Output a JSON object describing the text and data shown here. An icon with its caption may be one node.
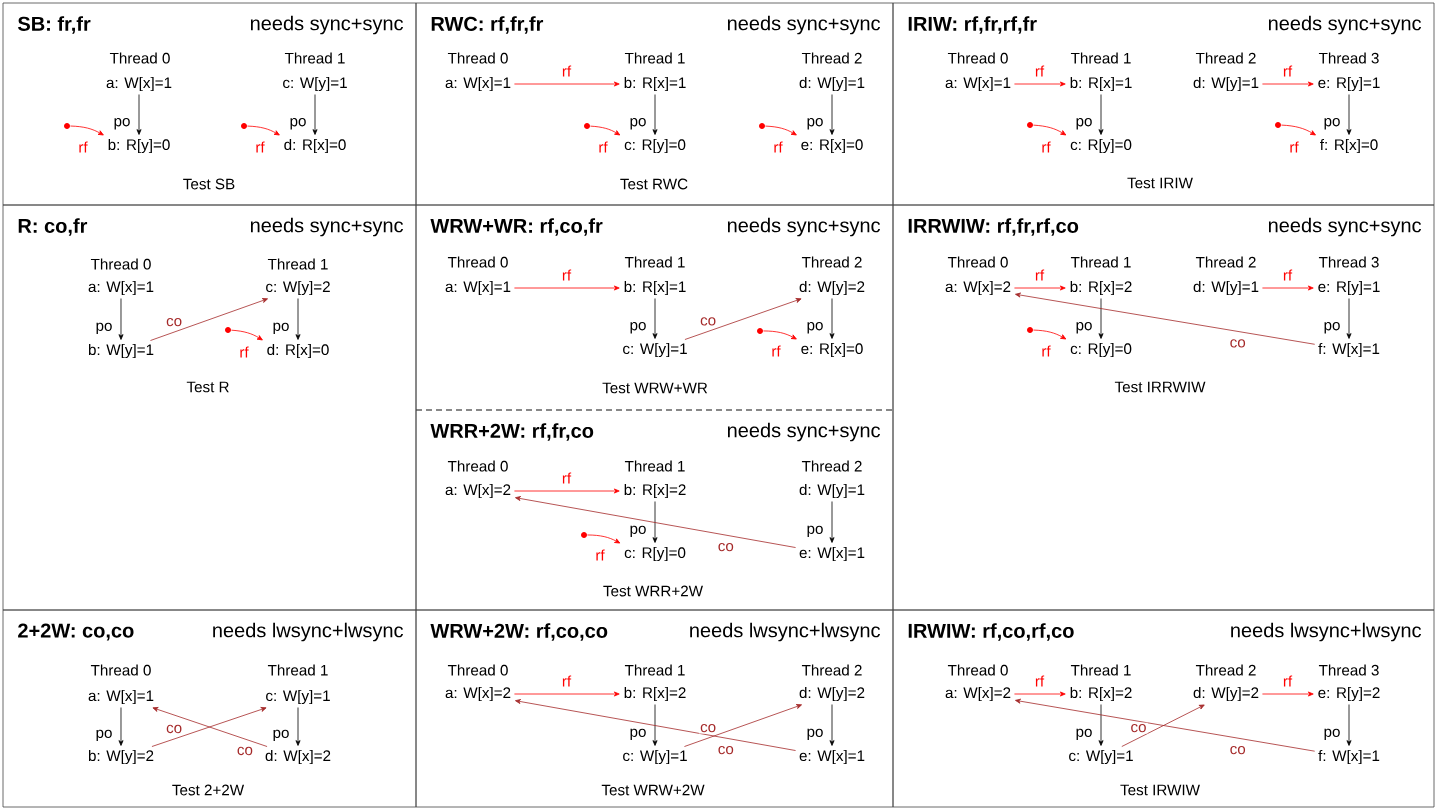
{
  "diagram": {
    "nodes": [
      {
        "text": [
          "SB: fr,fr",
          "needs sync+sync",
          "Thread 0",
          "Thread 1",
          "Test SB"
        ]
      },
      {
        "text": [
          "a: W[x]=1"
        ],
        "in": 0
      },
      {
        "text": [],
        "shape": "circle",
        "in": 0
      },
      {
        "text": [
          "b: R[y]=0"
        ],
        "in": 0
      },
      {
        "text": [
          "c: W[y]=1"
        ],
        "in": 0
      },
      {
        "text": [],
        "shape": "circle",
        "in": 0
      },
      {
        "text": [
          "d: R[x]=0"
        ],
        "in": 0
      },
      {
        "text": [
          "RWC: rf,fr,fr",
          "needs sync+sync",
          "Thread 0",
          "Thread 1",
          "Thread 2",
          "Test RWC"
        ]
      },
      {
        "text": [
          "a: W[x]=1"
        ],
        "in": 7
      },
      {
        "text": [
          "b: R[x]=1"
        ],
        "in": 7
      },
      {
        "text": [],
        "shape": "circle",
        "in": 7
      },
      {
        "text": [
          "c: R[y]=0"
        ],
        "in": 7
      },
      {
        "text": [
          "d: W[y]=1"
        ],
        "in": 7
      },
      {
        "text": [],
        "shape": "circle",
        "in": 7
      },
      {
        "text": [
          "e: R[x]=0"
        ],
        "in": 7
      },
      {
        "text": [
          "IRIW: rf,fr,rf,fr",
          "needs sync+sync",
          "Thread 0",
          "Thread 1",
          "Thread 2",
          "Thread 3",
          "Test IRIW"
        ]
      },
      {
        "text": [
          "a: W[x]=1"
        ],
        "in": 15
      },
      {
        "text": [
          "b: R[x]=1"
        ],
        "in": 15
      },
      {
        "text": [],
        "shape": "circle",
        "in": 15
      },
      {
        "text": [
          "c: R[y]=0"
        ],
        "in": 15
      },
      {
        "text": [
          "d: W[y]=1"
        ],
        "in": 15
      },
      {
        "text": [
          "e: R[y]=1"
        ],
        "in": 15
      },
      {
        "text": [],
        "shape": "circle",
        "in": 15
      },
      {
        "text": [
          "f: R[x]=0"
        ],
        "in": 15
      },
      {
        "text": [
          "R: co,fr",
          "needs sync+sync",
          "Thread 0",
          "Thread 1",
          "Test R"
        ]
      },
      {
        "text": [
          "a: W[x]=1"
        ],
        "in": 24
      },
      {
        "text": [
          "b: W[y]=1"
        ],
        "in": 24
      },
      {
        "text": [
          "c: W[y]=2"
        ],
        "in": 24
      },
      {
        "text": [],
        "shape": "circle",
        "in": 24
      },
      {
        "text": [
          "d: R[x]=0"
        ],
        "in": 24
      },
      {
        "text": [
          "WRW+WR: rf,co,fr",
          "needs sync+sync",
          "Thread 0",
          "Thread 1",
          "Thread 2",
          "Test WRW+WR"
        ]
      },
      {
        "text": [
          "a: W[x]=1"
        ],
        "in": 30
      },
      {
        "text": [
          "b: R[x]=1"
        ],
        "in": 30
      },
      {
        "text": [
          "c: W[y]=1"
        ],
        "in": 30
      },
      {
        "text": [
          "d: W[y]=2"
        ],
        "in": 30
      },
      {
        "text": [],
        "shape": "circle",
        "in": 30
      },
      {
        "text": [
          "e: R[x]=0"
        ],
        "in": 30
      },
      {
        "text": [
          "IRRWIW: rf,fr,rf,co",
          "needs sync+sync",
          "Thread 0",
          "Thread 1",
          "Thread 2",
          "Thread 3",
          "Test IRRWIW"
        ]
      },
      {
        "text": [
          "a: W[x]=2"
        ],
        "in": 37
      },
      {
        "text": [
          "b: R[x]=2"
        ],
        "in": 37
      },
      {
        "text": [],
        "shape": "circle",
        "in": 37
      },
      {
        "text": [
          "c: R[y]=0"
        ],
        "in": 37
      },
      {
        "text": [
          "d: W[y]=1"
        ],
        "in": 37
      },
      {
        "text": [
          "e: R[y]=1"
        ],
        "in": 37
      },
      {
        "text": [
          "f: W[x]=1"
        ],
        "in": 37
      },
      {
        "text": [
          "WRR+2W: rf,fr,co",
          "needs sync+sync",
          "Thread 0",
          "Thread 1",
          "Thread 2",
          "Test WRR+2W"
        ]
      },
      {
        "text": [
          "a: W[x]=2"
        ],
        "in": 45
      },
      {
        "text": [
          "b: R[x]=2"
        ],
        "in": 45
      },
      {
        "text": [],
        "shape": "circle",
        "in": 45
      },
      {
        "text": [
          "c: R[y]=0"
        ],
        "in": 45
      },
      {
        "text": [
          "d: W[y]=1"
        ],
        "in": 45
      },
      {
        "text": [
          "e: W[x]=1"
        ],
        "in": 45
      },
      {
        "text": [
          "2+2W: co,co",
          "needs lwsync+lwsync",
          "Thread 0",
          "Thread 1",
          "Test 2+2W"
        ]
      },
      {
        "text": [
          "a: W[x]=1"
        ],
        "in": 52
      },
      {
        "text": [
          "b: W[y]=2"
        ],
        "in": 52
      },
      {
        "text": [
          "c: W[y]=1"
        ],
        "in": 52
      },
      {
        "text": [
          "d: W[x]=2"
        ],
        "in": 52
      },
      {
        "text": [
          "WRW+2W: rf,co,co",
          "needs lwsync+lwsync",
          "Thread 0",
          "Thread 1",
          "Thread 2",
          "Test WRW+2W"
        ]
      },
      {
        "text": [
          "a: W[x]=2"
        ],
        "in": 57
      },
      {
        "text": [
          "b: R[x]=2"
        ],
        "in": 57
      },
      {
        "text": [
          "c: W[y]=1"
        ],
        "in": 57
      },
      {
        "text": [
          "d: W[y]=2"
        ],
        "in": 57
      },
      {
        "text": [
          "e: W[x]=1"
        ],
        "in": 57
      },
      {
        "text": [
          "IRWIW: rf,co,rf,co",
          "needs lwsync+lwsync",
          "Thread 0",
          "Thread 1",
          "Thread 2",
          "Thread 3",
          "Test IRWIW"
        ]
      },
      {
        "text": [
          "a: W[x]=2"
        ],
        "in": 63
      },
      {
        "text": [
          "b: R[x]=2"
        ],
        "in": 63
      },
      {
        "text": [
          "c: W[y]=1"
        ],
        "in": 63
      },
      {
        "text": [
          "d: W[y]=2"
        ],
        "in": 63
      },
      {
        "text": [
          "e: R[y]=2"
        ],
        "in": 63
      },
      {
        "text": [
          "f: W[x]=1"
        ],
        "in": 63
      }
    ],
    "edges": [
      {
        "from": 1,
        "to": 3,
        "arrow": "to",
        "label": "po"
      },
      {
        "from": 4,
        "to": 6,
        "arrow": "to",
        "label": "po"
      },
      {
        "from": 2,
        "to": 3,
        "arrow": "to",
        "label": "rf",
        "color": "#ff0000"
      },
      {
        "from": 5,
        "to": 6,
        "arrow": "to",
        "label": "rf",
        "color": "#ff0000"
      },
      {
        "from": 8,
        "to": 9,
        "arrow": "to",
        "label": "rf",
        "color": "#ff0000"
      },
      {
        "from": 9,
        "to": 11,
        "arrow": "to",
        "label": "po"
      },
      {
        "from": 10,
        "to": 11,
        "arrow": "to",
        "label": "rf",
        "color": "#ff0000"
      },
      {
        "from": 12,
        "to": 14,
        "arrow": "to",
        "label": "po"
      },
      {
        "from": 13,
        "to": 14,
        "arrow": "to",
        "label": "rf",
        "color": "#ff0000"
      },
      {
        "from": 16,
        "to": 17,
        "arrow": "to",
        "label": "rf",
        "color": "#ff0000"
      },
      {
        "from": 17,
        "to": 19,
        "arrow": "to",
        "label": "po"
      },
      {
        "from": 18,
        "to": 19,
        "arrow": "to",
        "label": "rf",
        "color": "#ff0000"
      },
      {
        "from": 20,
        "to": 21,
        "arrow": "to",
        "label": "rf",
        "color": "#ff0000"
      },
      {
        "from": 21,
        "to": 23,
        "arrow": "to",
        "label": "po"
      },
      {
        "from": 22,
        "to": 23,
        "arrow": "to",
        "label": "rf",
        "color": "#ff0000"
      },
      {
        "from": 25,
        "to": 26,
        "arrow": "to",
        "label": "po"
      },
      {
        "from": 27,
        "to": 29,
        "arrow": "to",
        "label": "po"
      },
      {
        "from": 26,
        "to": 27,
        "arrow": "to",
        "label": "co",
        "color": "#a52a2a"
      },
      {
        "from": 28,
        "to": 29,
        "arrow": "to",
        "label": "rf",
        "color": "#ff0000"
      },
      {
        "from": 31,
        "to": 32,
        "arrow": "to",
        "label": "rf",
        "color": "#ff0000"
      },
      {
        "from": 32,
        "to": 33,
        "arrow": "to",
        "label": "po"
      },
      {
        "from": 33,
        "to": 34,
        "arrow": "to",
        "label": "co",
        "color": "#a52a2a"
      },
      {
        "from": 34,
        "to": 36,
        "arrow": "to",
        "label": "po"
      },
      {
        "from": 35,
        "to": 36,
        "arrow": "to",
        "label": "rf",
        "color": "#ff0000"
      },
      {
        "from": 38,
        "to": 39,
        "arrow": "to",
        "label": "rf",
        "color": "#ff0000"
      },
      {
        "from": 39,
        "to": 41,
        "arrow": "to",
        "label": "po"
      },
      {
        "from": 40,
        "to": 41,
        "arrow": "to",
        "label": "rf",
        "color": "#ff0000"
      },
      {
        "from": 42,
        "to": 43,
        "arrow": "to",
        "label": "rf",
        "color": "#ff0000"
      },
      {
        "from": 43,
        "to": 44,
        "arrow": "to",
        "label": "po"
      },
      {
        "from": 44,
        "to": 38,
        "arrow": "to",
        "label": "co",
        "color": "#a52a2a"
      },
      {
        "from": 46,
        "to": 47,
        "arrow": "to",
        "label": "rf",
        "color": "#ff0000"
      },
      {
        "from": 47,
        "to": 49,
        "arrow": "to",
        "label": "po"
      },
      {
        "from": 48,
        "to": 49,
        "arrow": "to",
        "label": "rf",
        "color": "#ff0000"
      },
      {
        "from": 50,
        "to": 51,
        "arrow": "to",
        "label": "po"
      },
      {
        "from": 51,
        "to": 46,
        "arrow": "to",
        "label": "co",
        "color": "#a52a2a"
      },
      {
        "from": 53,
        "to": 54,
        "arrow": "to",
        "label": "po"
      },
      {
        "from": 55,
        "to": 56,
        "arrow": "to",
        "label": "po"
      },
      {
        "from": 54,
        "to": 55,
        "arrow": "to",
        "label": "co",
        "color": "#a52a2a"
      },
      {
        "from": 56,
        "to": 53,
        "arrow": "to",
        "label": "co",
        "color": "#a52a2a"
      },
      {
        "from": 58,
        "to": 59,
        "arrow": "to",
        "label": "rf",
        "color": "#ff0000"
      },
      {
        "from": 59,
        "to": 60,
        "arrow": "to",
        "label": "po"
      },
      {
        "from": 60,
        "to": 61,
        "arrow": "to",
        "label": "co",
        "color": "#a52a2a"
      },
      {
        "from": 61,
        "to": 62,
        "arrow": "to",
        "label": "po"
      },
      {
        "from": 62,
        "to": 58,
        "arrow": "to",
        "label": "co",
        "color": "#a52a2a"
      },
      {
        "from": 64,
        "to": 65,
        "arrow": "to",
        "label": "rf",
        "color": "#ff0000"
      },
      {
        "from": 65,
        "to": 66,
        "arrow": "to",
        "label": "po"
      },
      {
        "from": 66,
        "to": 67,
        "arrow": "to",
        "label": "co",
        "color": "#a52a2a"
      },
      {
        "from": 67,
        "to": 68,
        "arrow": "to",
        "label": "rf",
        "color": "#ff0000"
      },
      {
        "from": 68,
        "to": 69,
        "arrow": "to",
        "label": "po"
      },
      {
        "from": 69,
        "to": 64,
        "arrow": "to",
        "label": "co",
        "color": "#a52a2a"
      }
    ]
  }
}
